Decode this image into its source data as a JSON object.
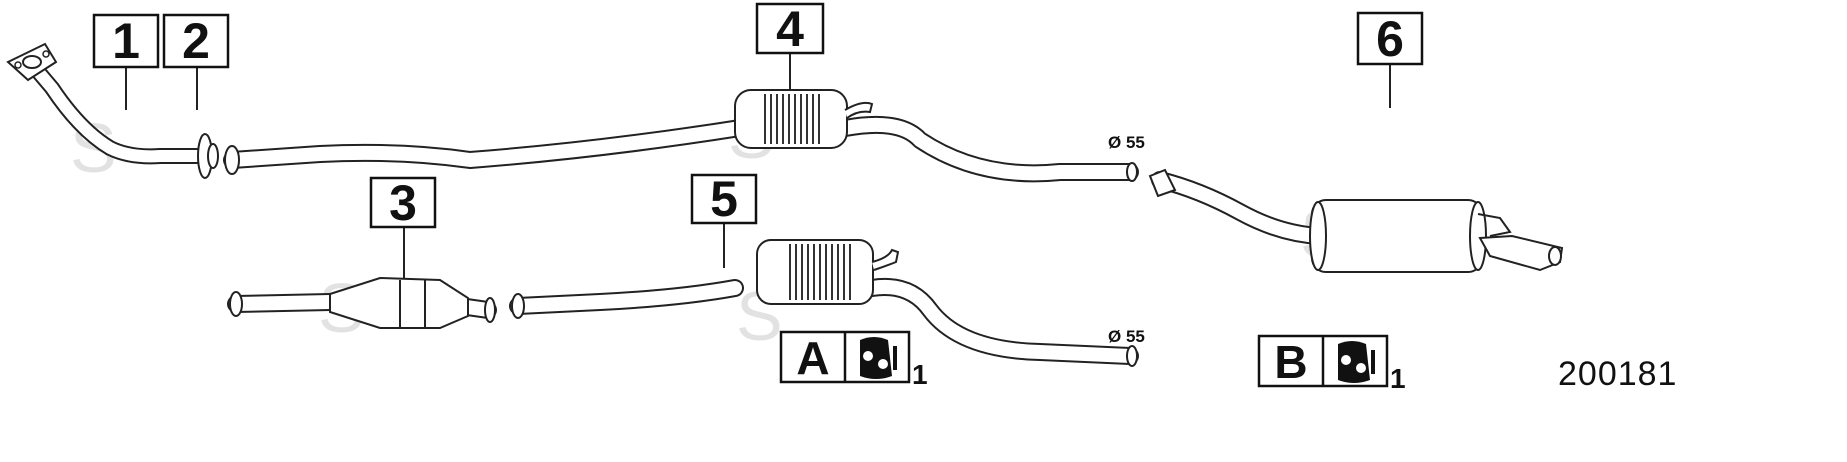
{
  "callouts": [
    {
      "number": "1"
    },
    {
      "number": "2"
    },
    {
      "number": "3"
    },
    {
      "number": "4"
    },
    {
      "number": "5"
    },
    {
      "number": "6"
    }
  ],
  "diameter_labels": [
    {
      "text": "Ø 55"
    },
    {
      "text": "Ø 55"
    }
  ],
  "legend": [
    {
      "letter": "A",
      "qty": "1"
    },
    {
      "letter": "B",
      "qty": "1"
    }
  ],
  "diagram_number": "200181",
  "colors": {
    "line": "#222222",
    "background": "#ffffff",
    "watermark": "#e2e2e2"
  }
}
